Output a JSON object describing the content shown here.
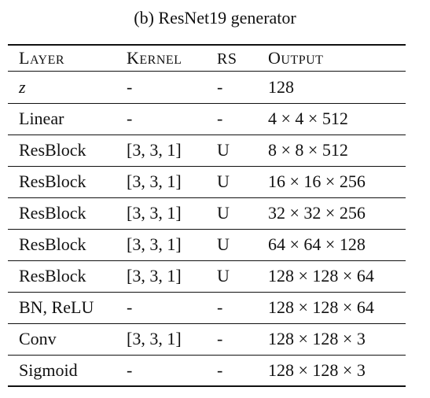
{
  "caption": "(b) ResNet19 generator",
  "headers": {
    "layer": "LAYER",
    "kernel": "KERNEL",
    "rs": "RS",
    "output": "OUTPUT"
  },
  "rows": [
    {
      "layer": "z",
      "kernel": "-",
      "rs": "-",
      "output": "128"
    },
    {
      "layer": "Linear",
      "kernel": "-",
      "rs": "-",
      "output": "4 × 4 × 512"
    },
    {
      "layer": "ResBlock",
      "kernel": "[3, 3, 1]",
      "rs": "U",
      "output": "8 × 8 × 512"
    },
    {
      "layer": "ResBlock",
      "kernel": "[3, 3, 1]",
      "rs": "U",
      "output": "16 × 16 × 256"
    },
    {
      "layer": "ResBlock",
      "kernel": "[3, 3, 1]",
      "rs": "U",
      "output": "32 × 32 × 256"
    },
    {
      "layer": "ResBlock",
      "kernel": "[3, 3, 1]",
      "rs": "U",
      "output": "64 × 64 × 128"
    },
    {
      "layer": "ResBlock",
      "kernel": "[3, 3, 1]",
      "rs": "U",
      "output": "128 × 128 × 64"
    },
    {
      "layer": "BN, ReLU",
      "kernel": "-",
      "rs": "-",
      "output": "128 × 128 × 64"
    },
    {
      "layer": "Conv",
      "kernel": "[3, 3, 1]",
      "rs": "-",
      "output": "128 × 128 × 3"
    },
    {
      "layer": "Sigmoid",
      "kernel": "-",
      "rs": "-",
      "output": "128 × 128 × 3"
    }
  ]
}
